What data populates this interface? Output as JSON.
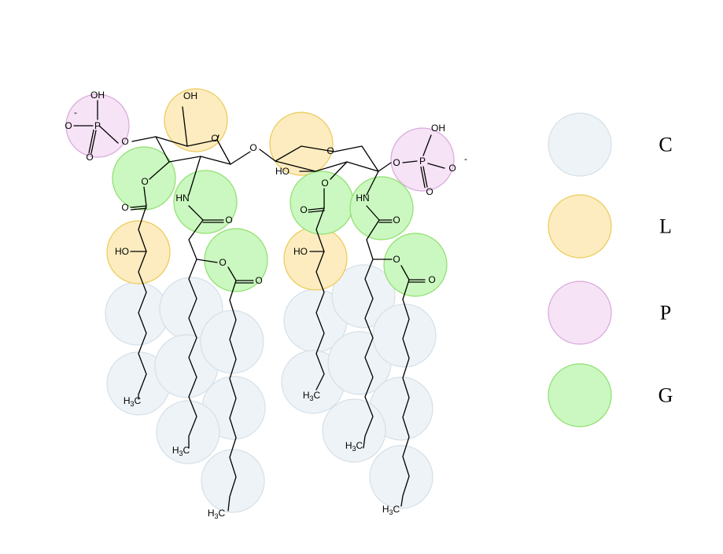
{
  "colors": {
    "C": {
      "fill": "#eef3f7",
      "stroke": "#d5e0e8"
    },
    "L": {
      "fill": "#fcecbf",
      "stroke": "#ecca58"
    },
    "P": {
      "fill": "#f6e3f6",
      "stroke": "#d8a8dc"
    },
    "G": {
      "fill": "#cbf7c0",
      "stroke": "#8ee06e"
    }
  },
  "legend": [
    {
      "key": "C",
      "label": "C",
      "color": "C"
    },
    {
      "key": "L",
      "label": "L",
      "color": "L"
    },
    {
      "key": "P",
      "label": "P",
      "color": "P"
    },
    {
      "key": "G",
      "label": "G",
      "color": "G"
    }
  ],
  "atom_labels": {
    "OH": "OH",
    "HO": "HO",
    "O": "O",
    "P": "P",
    "HN": "HN",
    "H3C": "H3C",
    "minus": "-"
  }
}
